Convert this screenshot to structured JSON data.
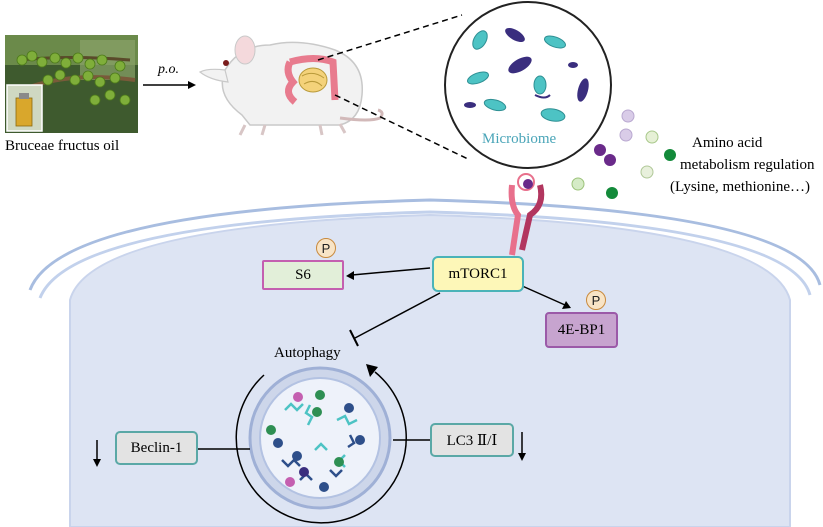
{
  "source": {
    "label": "Bruceae fructus oil",
    "route": "p.o."
  },
  "microbiome": {
    "label": "Microbiome"
  },
  "amino_acid": {
    "line1": "Amino acid",
    "line2": "metabolism regulation",
    "line3": "(Lysine, methionine…)"
  },
  "pathway": {
    "mtorc1": "mTORC1",
    "s6": "S6",
    "fourebp1": "4E-BP1",
    "phospho": "P",
    "autophagy": "Autophagy",
    "beclin1": "Beclin-1",
    "lc3": "LC3 Ⅱ/Ⅰ"
  },
  "colors": {
    "cell_fill": "#dde4f3",
    "membrane": "#b8c9e6",
    "s6_fill": "#e2efd9",
    "s6_border": "#c45fb0",
    "mtorc1_fill": "#fdf7b8",
    "mtorc1_border": "#4ab3b8",
    "fourebp1_fill": "#c7a4cf",
    "fourebp1_border": "#9b5aa8",
    "marker_fill": "#e3e3e3",
    "marker_border": "#5aa8a6",
    "receptor_pink": "#e8708c",
    "receptor_dark": "#b2365f",
    "microbe_dark": "#3a2e7e",
    "microbe_teal": "#4dc3c4"
  }
}
